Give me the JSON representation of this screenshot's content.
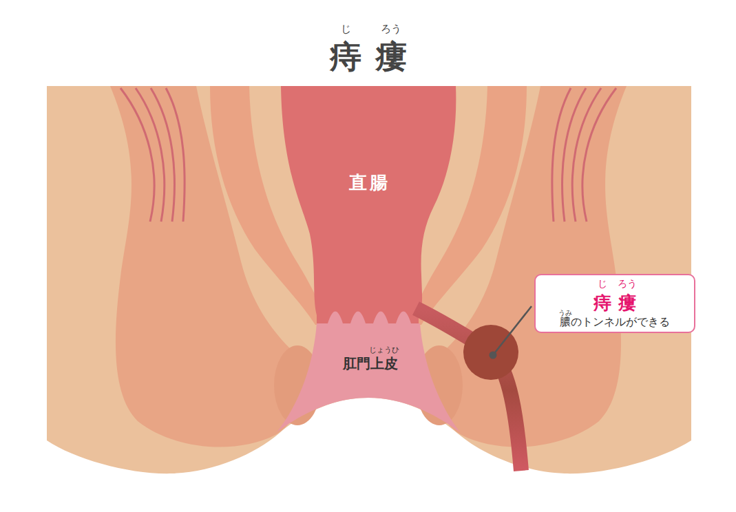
{
  "diagram": {
    "title": "痔瘻",
    "nodes": [
      {
        "text": [
          "痔瘻",
          "膿のトンネルができる"
        ]
      }
    ],
    "labels": [
      "じ",
      "ろう",
      "直腸",
      "じょうひ",
      "肛門上皮",
      "じ",
      "ろう",
      "うみ"
    ]
  }
}
